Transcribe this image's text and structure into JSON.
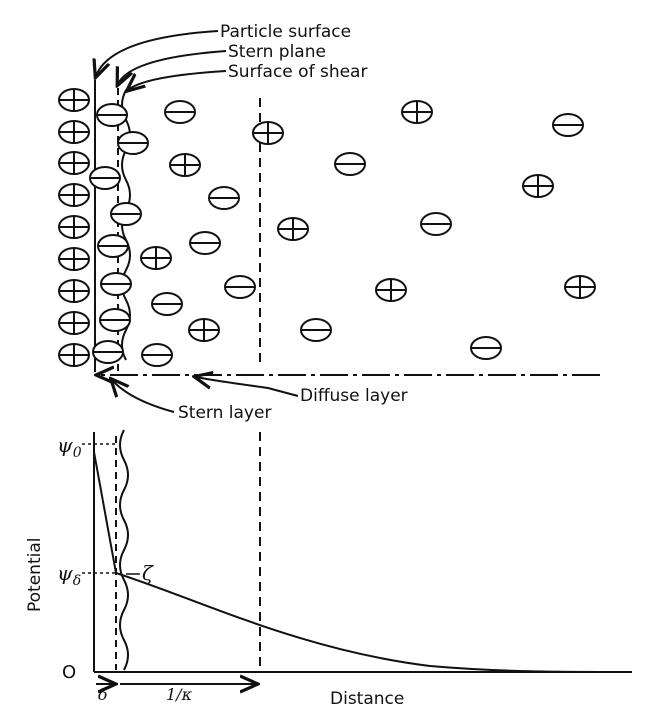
{
  "labels": {
    "particle_surface": "Particle surface",
    "stern_plane": "Stern plane",
    "surface_of_shear": "Surface of shear",
    "diffuse_layer": "Diffuse layer",
    "stern_layer": "Stern layer",
    "psi0": "ψ",
    "psi0_sub": "0",
    "psid": "ψ",
    "psid_sub": "δ",
    "zeta": "ζ",
    "potential": "Potential",
    "zero": "O",
    "delta": "δ",
    "inv_kappa": "1/κ",
    "distance": "Distance"
  },
  "colors": {
    "ink": "#111111",
    "background": "#ffffff"
  }
}
